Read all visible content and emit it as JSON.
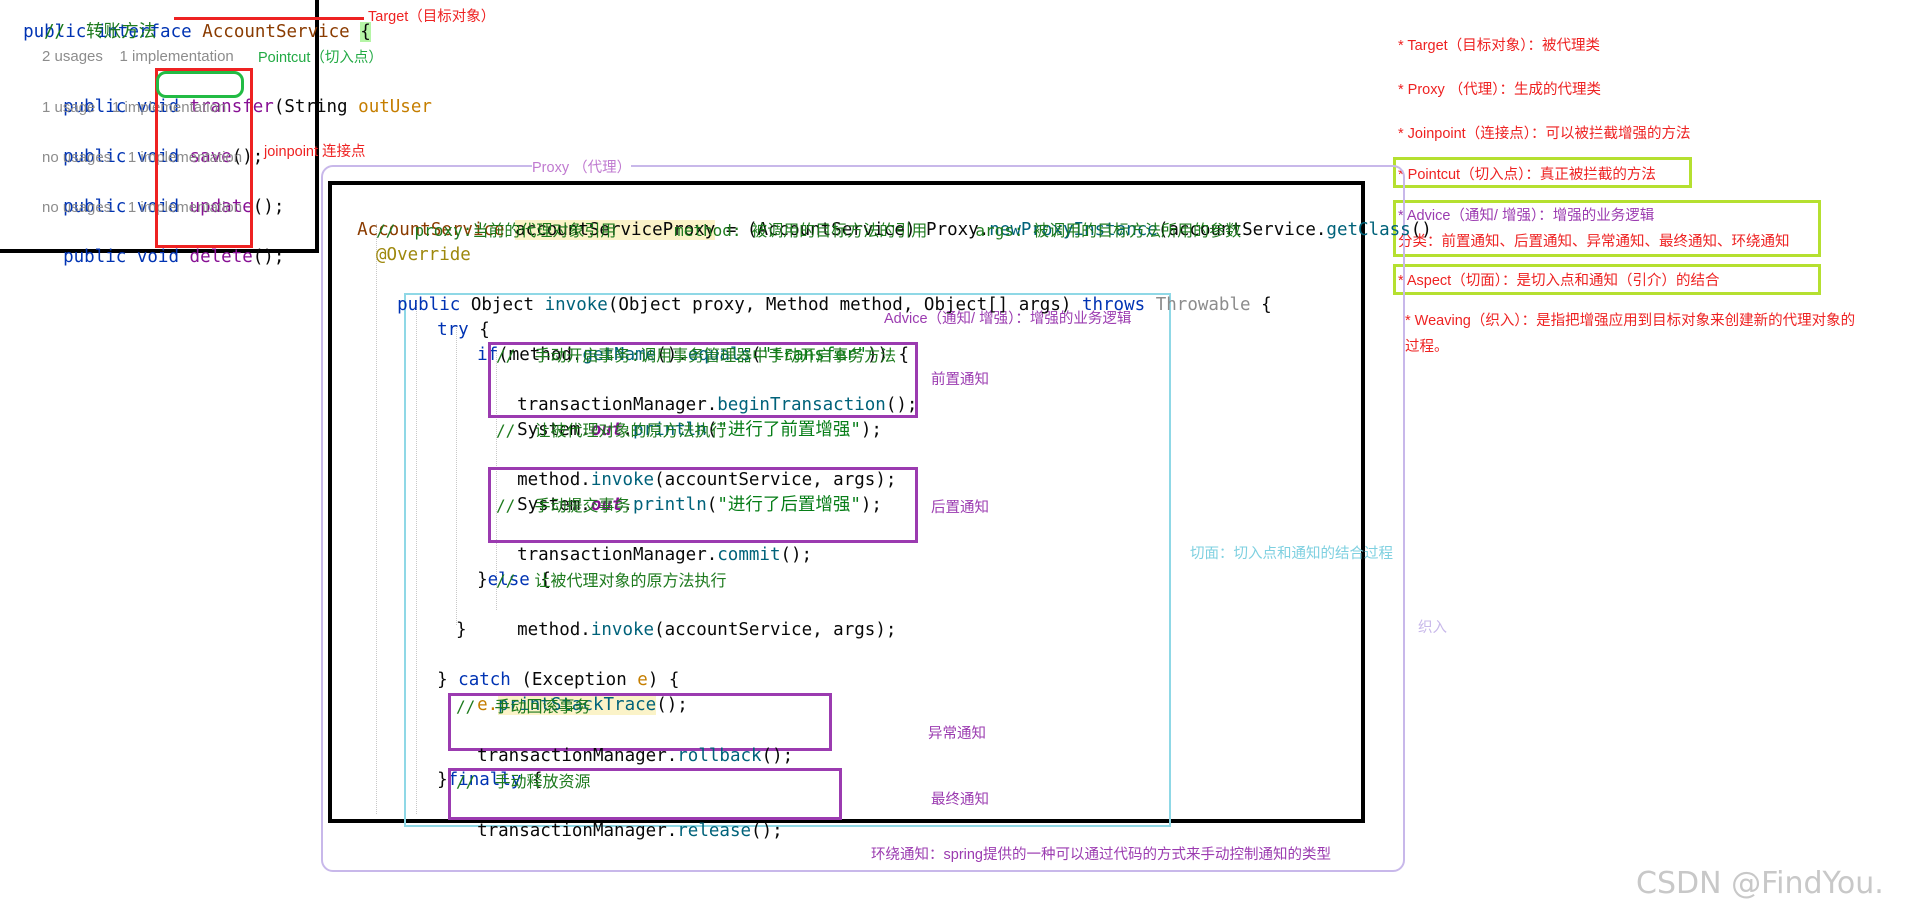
{
  "interface_code": {
    "line1": [
      "public",
      "interface",
      "AccountService",
      "{"
    ],
    "comment": "//  转账方法",
    "usage1": "2 usages    1 implementation",
    "line_transfer": [
      "public",
      "void",
      "transfer",
      "(String",
      "outUser"
    ],
    "usage2": "1 usage    1 implementation",
    "line_save": [
      "public",
      "void",
      "save",
      "();"
    ],
    "usage3": "no usages    1 implementation",
    "line_update": [
      "public",
      "void",
      "update",
      "();"
    ],
    "usage4": "no usages    1 implementation",
    "line_delete": [
      "public",
      "void",
      "delete",
      "();"
    ]
  },
  "labels": {
    "target": "Target（目标对象）",
    "pointcut": "Pointcut（切入点）",
    "joinpoint": "joinpoint 连接点",
    "proxy": "Proxy （代理）",
    "advice": "Advice（通知/ 增强）：增强的业务逻辑",
    "before": "前置通知",
    "after": "后置通知",
    "aspect_process": "切面：切入点和通知的结合过程",
    "weaving": "织入",
    "exception": "异常通知",
    "final": "最终通知",
    "around": "环绕通知：spring提供的一种可以通过代码的方式来手动控制通知的类型",
    "watermark": "CSDN @FindYou."
  },
  "definitions": {
    "target": "* Target（目标对象）：被代理类",
    "proxy": "* Proxy （代理）：生成的代理类",
    "joinpoint": "* Joinpoint（连接点）：可以被拦截增强的方法",
    "pointcut": "* Pointcut（切入点）：真正被拦截的方法",
    "advice": "* Advice（通知/ 增强）：增强的业务逻辑",
    "advice_types": "分类：前置通知、后置通知、异常通知、最终通知、环绕通知",
    "aspect": "* Aspect（切面）：是切入点和通知（引介）的结合",
    "weaving1": "* Weaving（织入）：是指把增强应用到目标对象来创建新的代理对象的",
    "weaving2": "过程。"
  },
  "proxy_code": {
    "l1": [
      "AccountService ",
      "accountServiceProxy",
      " = (AccountService) Proxy.",
      "newProxyInstance",
      "(accountService.",
      "getClass",
      "()"
    ],
    "l2": "//  proxy:当前的代理对象引用      method: 被调用的目标方法的引用     args: 被调用的目标方法所用的参数",
    "l3": "@Override",
    "l4": [
      "public ",
      "Object ",
      "invoke",
      "(Object proxy, Method method, Object[] args) ",
      "throws ",
      "Throwable",
      " {"
    ],
    "l5": [
      "try",
      " {"
    ],
    "l6": [
      "if",
      "(method.",
      "getName",
      "().",
      "equals",
      "(",
      "\"transfer\"",
      ")) {"
    ],
    "l7": "//  手动开启事务:调用事务管理器中手动开启事务方法",
    "l8": [
      "transactionManager.",
      "beginTransaction",
      "();"
    ],
    "l9": [
      "System.",
      "out",
      ".",
      "println",
      "(",
      "\"进行了前置增强\"",
      ");"
    ],
    "l10": "//  让被代理对象的原方法执行",
    "l11": [
      "method.",
      "invoke",
      "(accountService, args);"
    ],
    "l12": [
      "System.",
      "out",
      ".",
      "println",
      "(",
      "\"进行了后置增强\"",
      ");"
    ],
    "l13": "//  手动提交事务",
    "l14": [
      "transactionManager.",
      "commit",
      "();"
    ],
    "l15": [
      "}",
      "else",
      " {"
    ],
    "l16": "//  让被代理对象的原方法执行",
    "l17": [
      "method.",
      "invoke",
      "(accountService, args);"
    ],
    "l18": "}",
    "l19": [
      "} ",
      "catch",
      " (Exception ",
      "e",
      ") {"
    ],
    "l20": [
      "e.",
      "printStackTrace",
      "();"
    ],
    "l21": "//  手动回滚事务",
    "l22": [
      "transactionManager.",
      "rollback",
      "();"
    ],
    "l23": [
      "}",
      "finally",
      " {"
    ],
    "l24": "//  手动释放资源",
    "l25": [
      "transactionManager.",
      "release",
      "();"
    ]
  }
}
